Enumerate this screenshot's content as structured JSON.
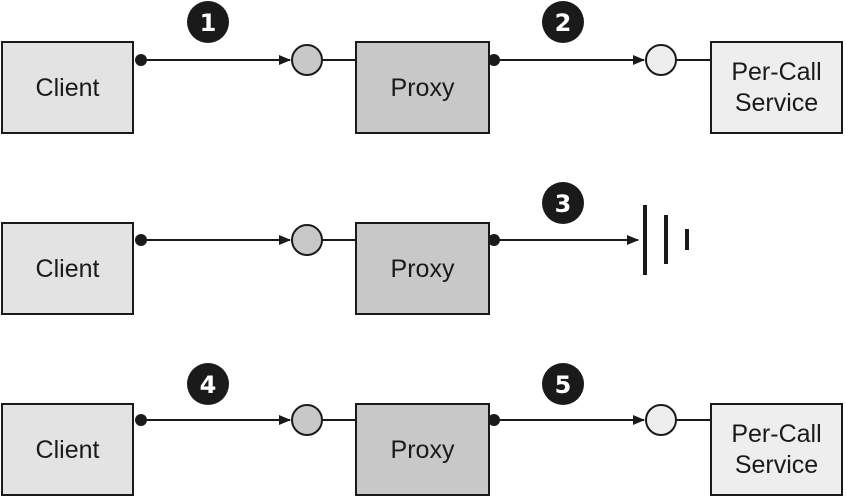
{
  "diagram": {
    "rows": [
      {
        "client_label": "Client",
        "proxy_label": "Proxy",
        "service_label_line1": "Per-Call",
        "service_label_line2": "Service",
        "badge_a": "1",
        "badge_b": "2"
      },
      {
        "client_label": "Client",
        "proxy_label": "Proxy",
        "badge_b": "3",
        "terminal": "ground-symbol"
      },
      {
        "client_label": "Client",
        "proxy_label": "Proxy",
        "service_label_line1": "Per-Call",
        "service_label_line2": "Service",
        "badge_a": "4",
        "badge_b": "5"
      }
    ],
    "colors": {
      "client_fill": "#e3e3e3",
      "proxy_fill": "#c8c8c8",
      "service_fill": "#eeeeee",
      "endpoint_fill": "#c8c8c8",
      "service_endpoint_fill": "#eeeeee",
      "badge_fill": "#1a1a1a",
      "stroke": "#1a1a1a"
    }
  }
}
